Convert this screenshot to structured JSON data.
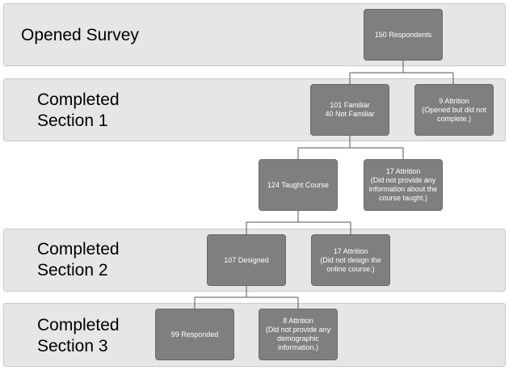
{
  "bands": [
    {
      "label": "Opened Survey"
    },
    {
      "label": "Completed\nSection 1"
    },
    {
      "label": "Completed\nSection 2"
    },
    {
      "label": "Completed\nSection 3"
    }
  ],
  "nodes": {
    "respondents": "150 Respondents",
    "familiar": "101 Familiar\n40 Not Familiar",
    "attrition_1": "9 Attrition\n(Opened but did not\ncomplete.)",
    "taught_course": "124 Taught Course",
    "attrition_2": "17 Attrition\n(Did not provide any\ninformation about the\ncourse taught.)",
    "designed": "107 Designed",
    "attrition_3": "17 Attrition\n(Did not design the\nonline course.)",
    "responded": "99 Responded",
    "attrition_4": "8 Attrition\n(Did not provide any\ndemographic\ninformation.)"
  },
  "colors": {
    "band": "#e6e6e6",
    "box": "#7f7f7f",
    "connector": "#555555"
  }
}
